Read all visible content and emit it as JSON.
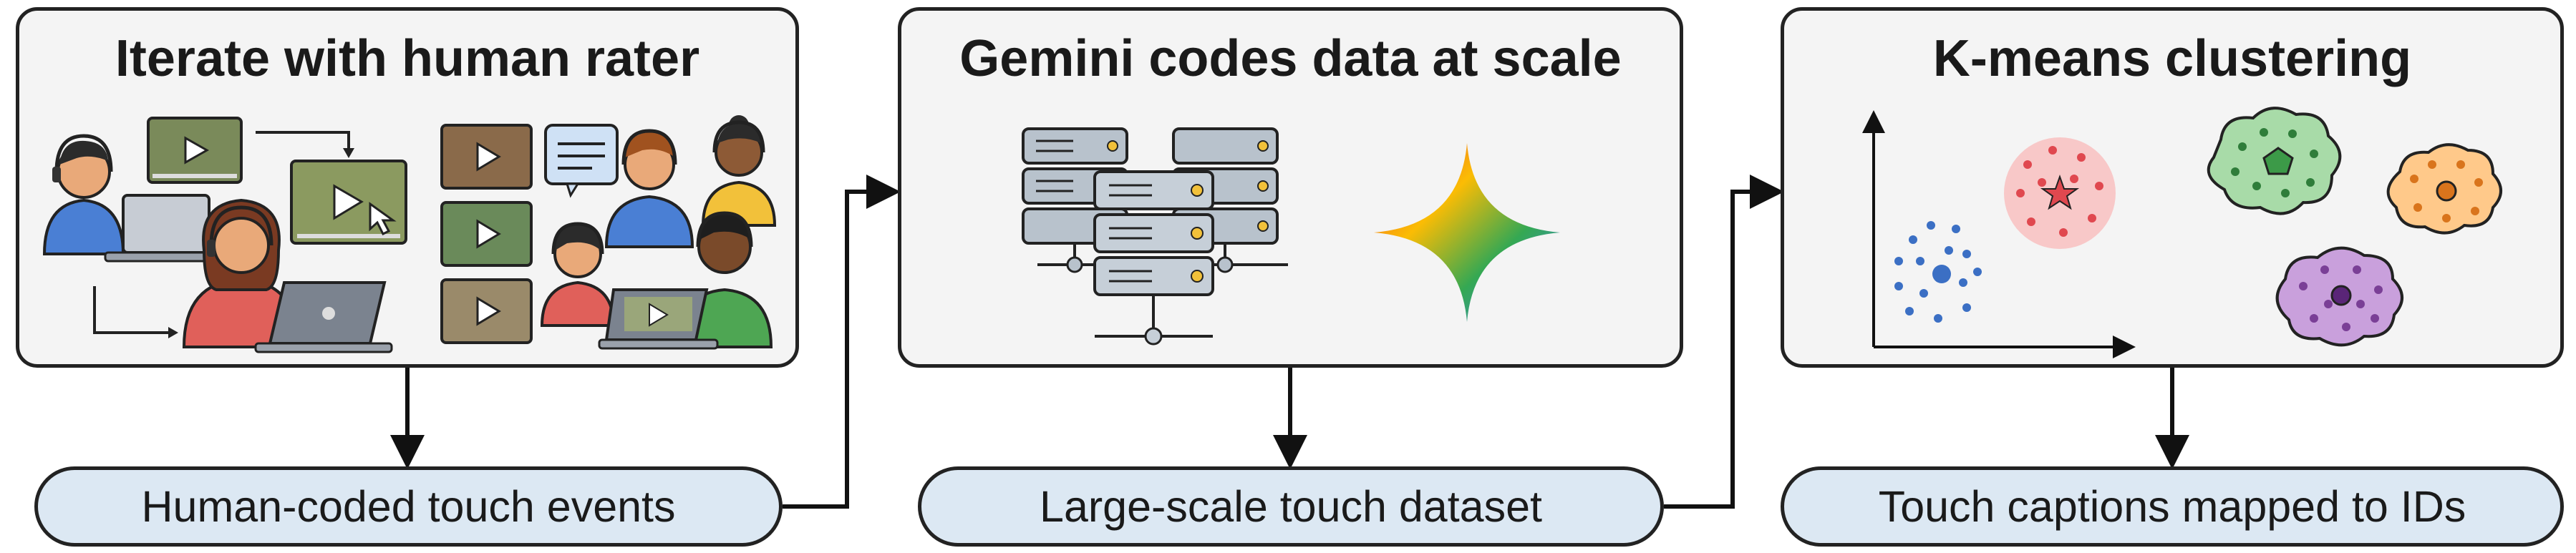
{
  "panels": [
    {
      "title": "Iterate with human rater"
    },
    {
      "title": "Gemini codes data at scale"
    },
    {
      "title": "K-means clustering"
    }
  ],
  "outputs": [
    {
      "label": "Human-coded touch events"
    },
    {
      "label": "Large-scale touch dataset"
    },
    {
      "label": "Touch captions mapped to IDs"
    }
  ],
  "colors": {
    "pill_fill": "#dce8f3",
    "panel_fill": "#f4f4f4",
    "stroke": "#222222",
    "cluster_red": "#f8c8c8",
    "cluster_green": "#a8dba8",
    "cluster_orange": "#ffc98a",
    "cluster_purple": "#c9a0dc",
    "scatter_blue": "#3b6fc4"
  },
  "icons": {
    "panel_1": [
      "person-headset-icon",
      "video-thumbnail-icon",
      "cursor-icon",
      "laptop-icon",
      "speech-bubble-icon"
    ],
    "panel_2": [
      "server-rack-icon",
      "gemini-star-icon"
    ],
    "panel_3": [
      "scatter-plot-icon",
      "cluster-icon",
      "star-centroid-icon",
      "pentagon-centroid-icon"
    ]
  }
}
